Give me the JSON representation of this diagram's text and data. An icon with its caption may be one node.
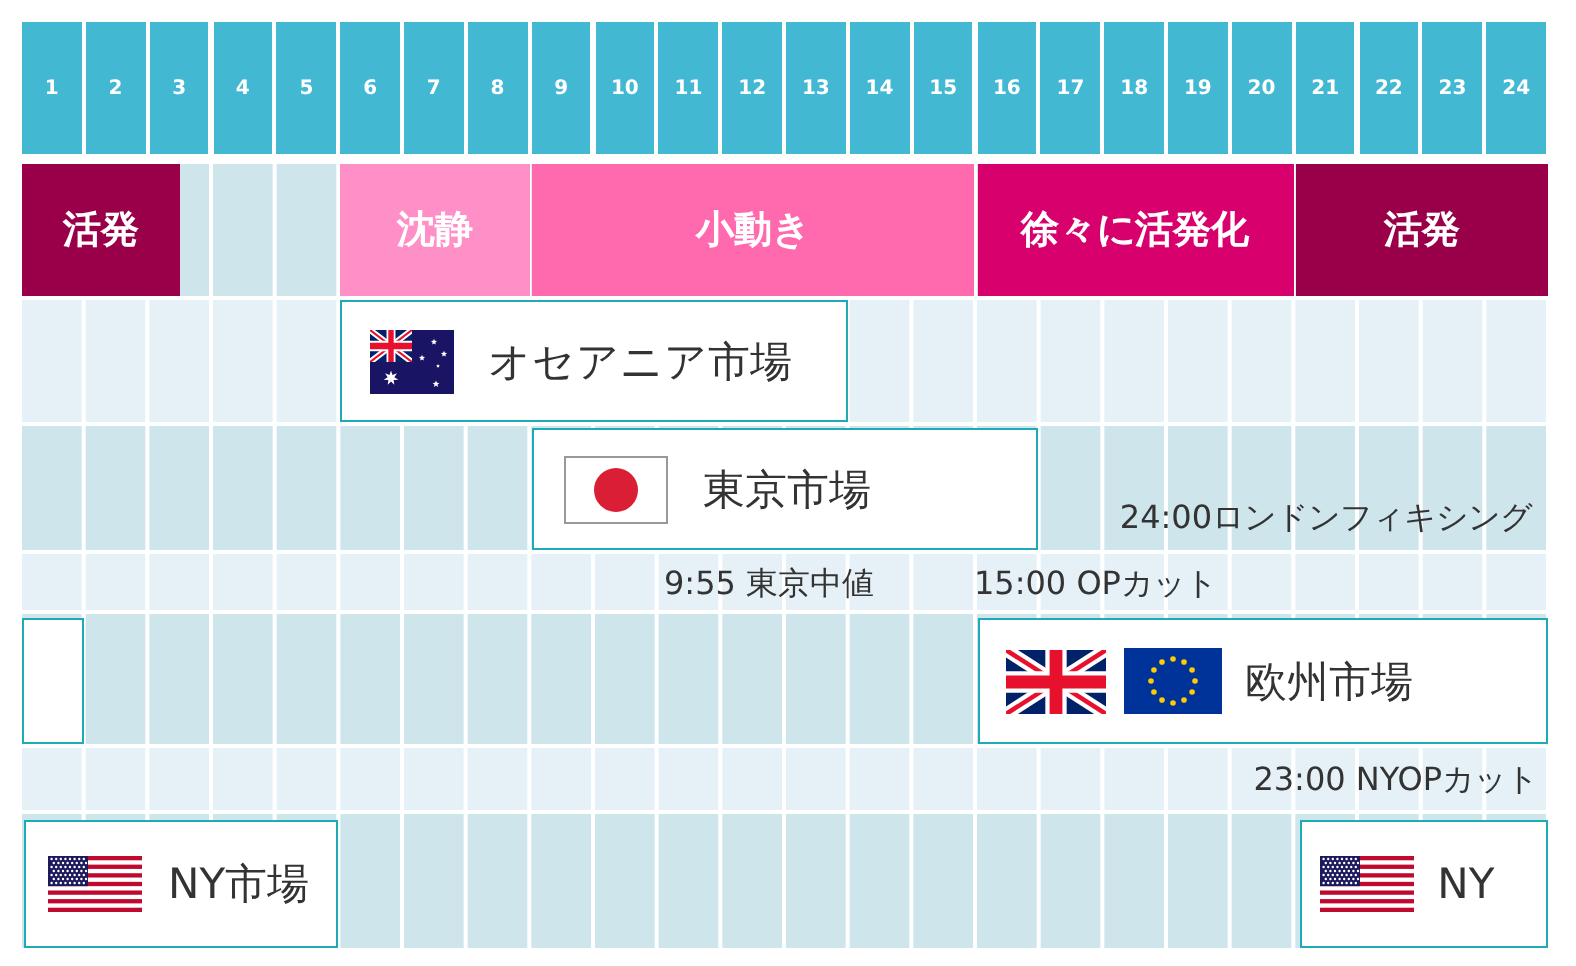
{
  "diagram": {
    "nodes": [
      {
        "text": [
          "1"
        ]
      },
      {
        "text": [
          "2"
        ]
      },
      {
        "text": [
          "3"
        ]
      },
      {
        "text": [
          "4"
        ]
      },
      {
        "text": [
          "5"
        ]
      },
      {
        "text": [
          "6"
        ]
      },
      {
        "text": [
          "7"
        ]
      },
      {
        "text": [
          "8"
        ]
      },
      {
        "text": [
          "9"
        ]
      },
      {
        "text": [
          "10"
        ]
      },
      {
        "text": [
          "11"
        ]
      },
      {
        "text": [
          "12"
        ]
      },
      {
        "text": [
          "13"
        ]
      },
      {
        "text": [
          "14"
        ]
      },
      {
        "text": [
          "15"
        ]
      },
      {
        "text": [
          "16"
        ]
      },
      {
        "text": [
          "17"
        ]
      },
      {
        "text": [
          "18"
        ]
      },
      {
        "text": [
          "19"
        ]
      },
      {
        "text": [
          "20"
        ]
      },
      {
        "text": [
          "21"
        ]
      },
      {
        "text": [
          "22"
        ]
      },
      {
        "text": [
          "23"
        ]
      },
      {
        "text": [
          "24"
        ]
      },
      {
        "text": [
          "活発"
        ]
      },
      {
        "text": [
          "沈静"
        ]
      },
      {
        "text": [
          "小動き"
        ]
      },
      {
        "text": [
          "徐々に活発化"
        ]
      },
      {
        "text": [
          "活発"
        ]
      },
      {
        "text": [
          "オセアニア市場"
        ]
      },
      {
        "text": [
          "東京市場"
        ]
      },
      {
        "text": [],
        "shape": "box"
      },
      {
        "text": [
          "欧州市場"
        ]
      },
      {
        "text": [
          "NY市場"
        ]
      },
      {
        "text": [
          "NY"
        ]
      }
    ],
    "labels": [
      "24:00ロンドンフィキシング",
      "9:55 東京中値",
      "15:00 OPカット",
      "23:00 NYOPカット"
    ]
  }
}
